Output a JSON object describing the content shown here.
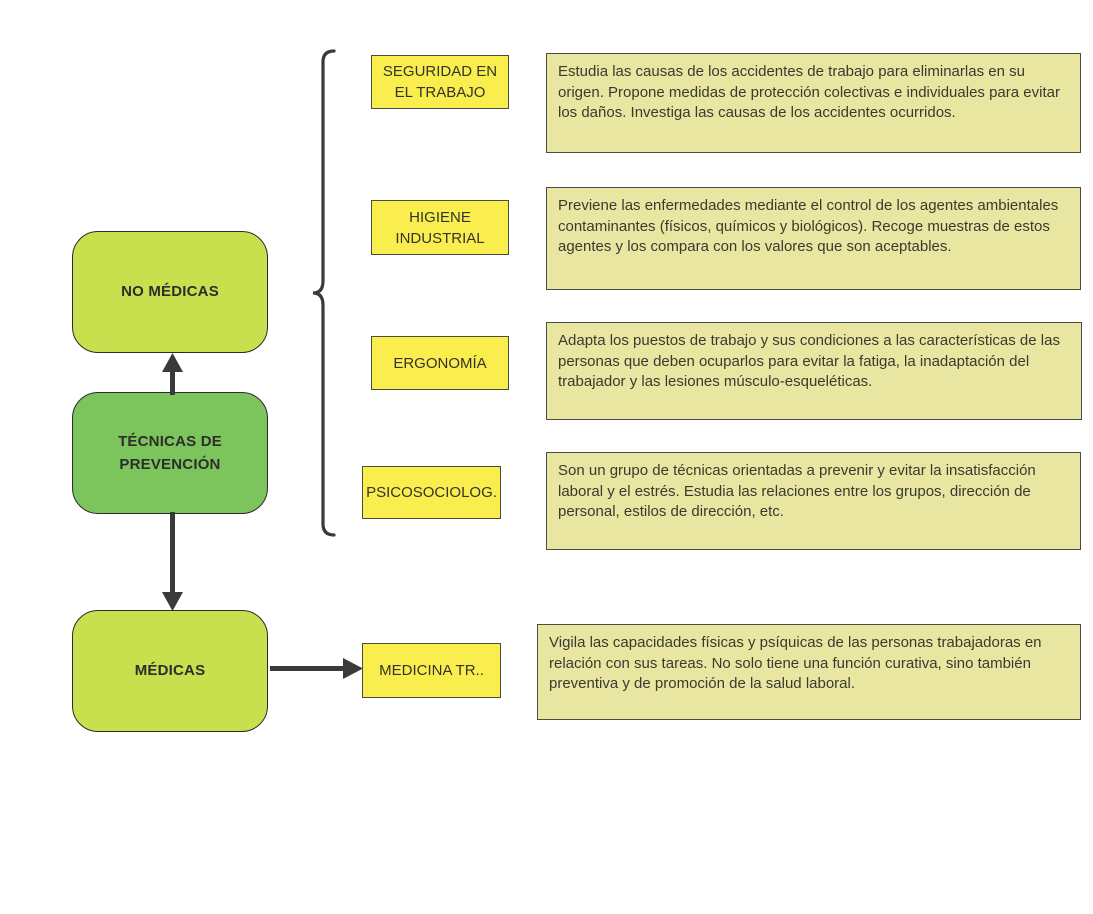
{
  "diagram": {
    "root_label": "TÉCNICAS DE PREVENCIÓN",
    "branch_no_medicas": "NO MÉDICAS",
    "branch_medicas": "MÉDICAS",
    "techniques": [
      {
        "label": "SEGURIDAD EN EL TRABAJO",
        "description": "Estudia las causas de los accidentes de trabajo para eliminarlas en su origen. Propone medidas de protección colectivas e individuales para evitar los daños. Investiga las causas de los accidentes ocurridos."
      },
      {
        "label": "HIGIENE INDUSTRIAL",
        "description": "Previene las enfermedades mediante el control de los agentes ambientales contaminantes (físicos, químicos y biológicos). Recoge muestras de estos agentes y los compara con los valores que son aceptables."
      },
      {
        "label": "ERGONOMÍA",
        "description": "Adapta los puestos de trabajo y sus condiciones a las características de las personas que deben ocuparlos para evitar la fatiga, la inadaptación del trabajador y las lesiones músculo-esqueléticas."
      },
      {
        "label": "PSICOSOCIOLOG.",
        "description": "Son un grupo de técnicas orientadas a prevenir y evitar la insatisfacción laboral y el estrés. Estudia las relaciones entre los grupos, dirección de personal, estilos de dirección, etc."
      },
      {
        "label": "MEDICINA TR..",
        "description": "Vigila las capacidades físicas y psíquicas de las personas trabajadoras en relación con sus tareas. No solo tiene una función curativa, sino también preventiva y de promoción de la salud laboral."
      }
    ],
    "colors": {
      "branch_fill": "#c8e04e",
      "root_fill": "#7cc45c",
      "technique_fill": "#f9ee4e",
      "description_fill": "#e9e6a2",
      "stroke": "#3a3a3a"
    }
  }
}
